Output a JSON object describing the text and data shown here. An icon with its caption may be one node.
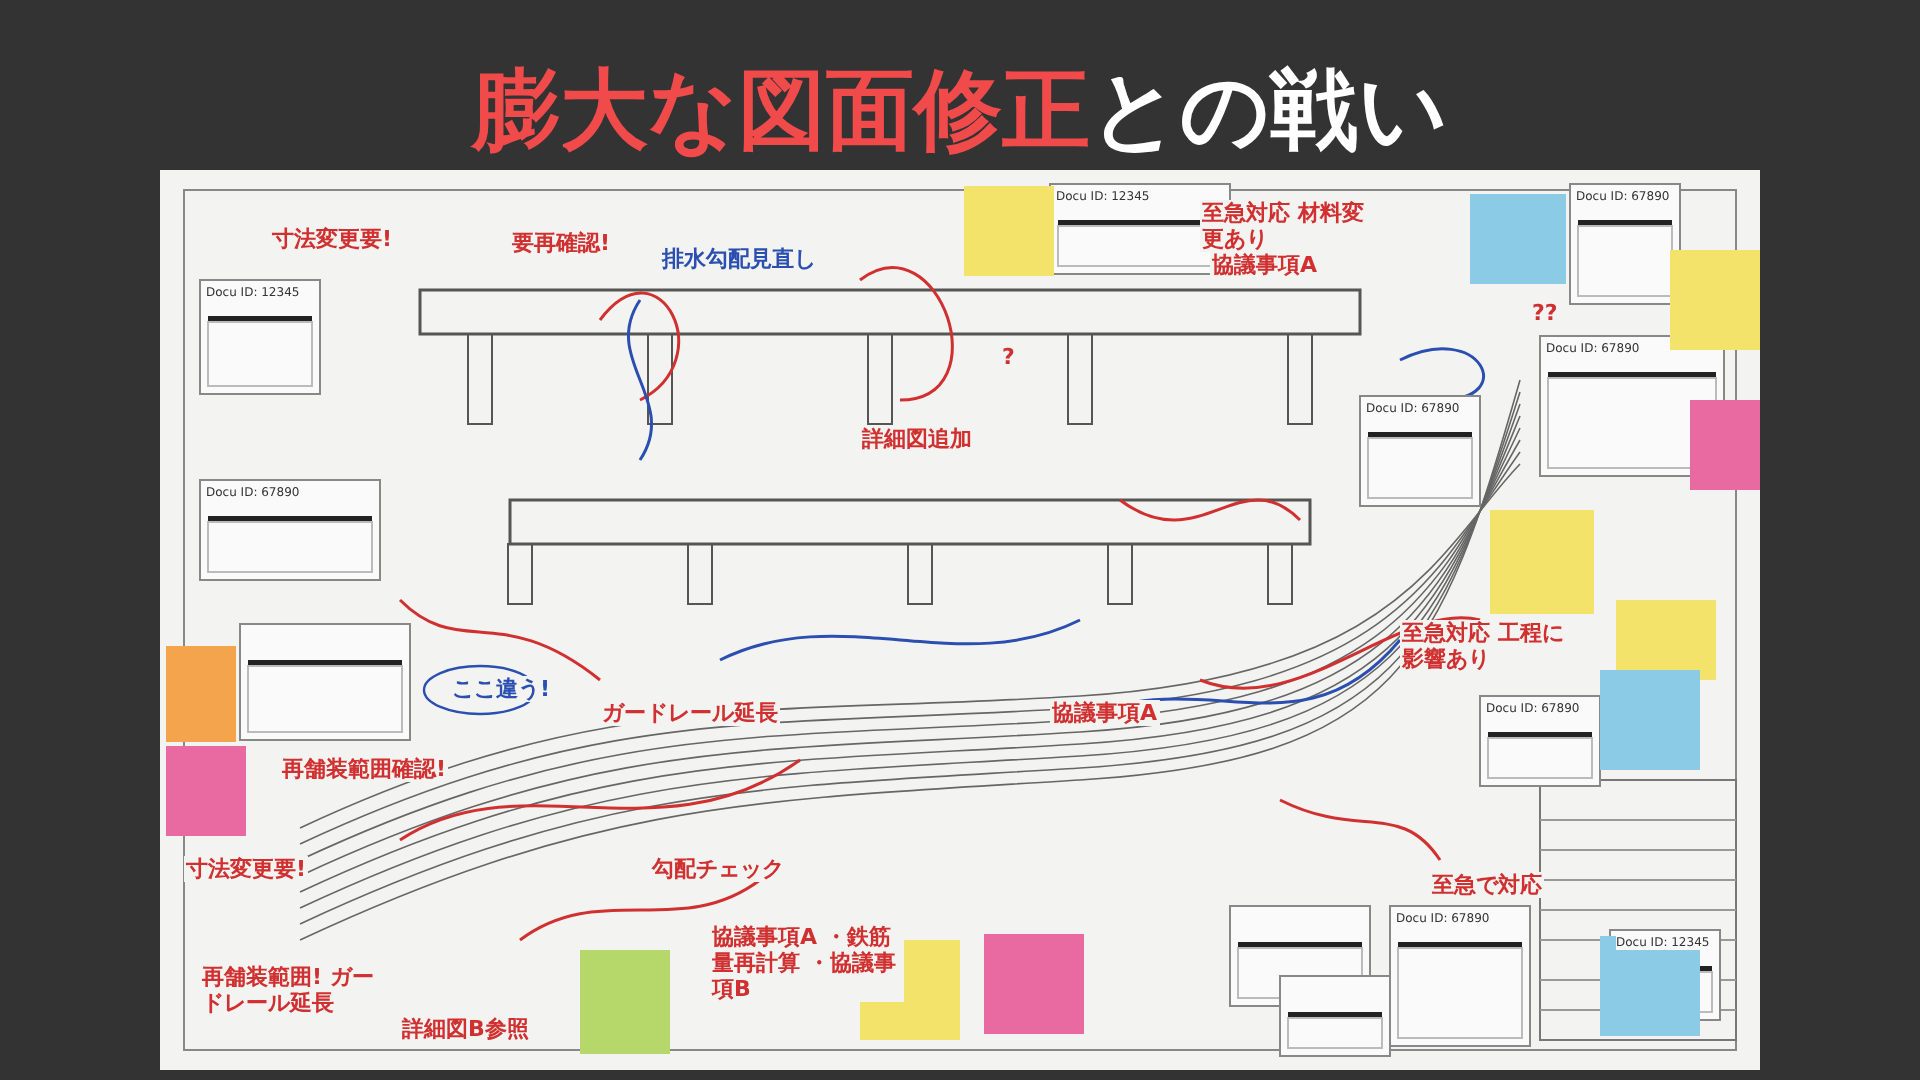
{
  "diagram": {
    "title": "**膨大な図面修正**との戦い",
    "labels": [
      "寸法変更要!",
      "要再確認!",
      "排水勾配見直し",
      "詳細図追加",
      "至急対応 材料変更あり",
      "協議事項A",
      "??",
      "ここ違う!",
      "ガードレール延長",
      "再舗装範囲確認!",
      "勾配チェック",
      "協議事項A",
      "至急対応 工程に影響あり",
      "至急で対応",
      "寸法変更要!",
      "再舗装範囲! ガードレール延長",
      "詳細図B参照",
      "協議事項A ・鉄筋量再計算 ・協議事項B",
      "Docu ID: 12345",
      "Docu ID: 67890",
      "Docu ID: 12345",
      "Docu ID: 67890",
      "Docu ID: 67890",
      "Docu ID: 67890",
      "Docu ID: 67890",
      "Docu ID: 12345",
      "Docu ID: 67890",
      "?"
    ]
  }
}
